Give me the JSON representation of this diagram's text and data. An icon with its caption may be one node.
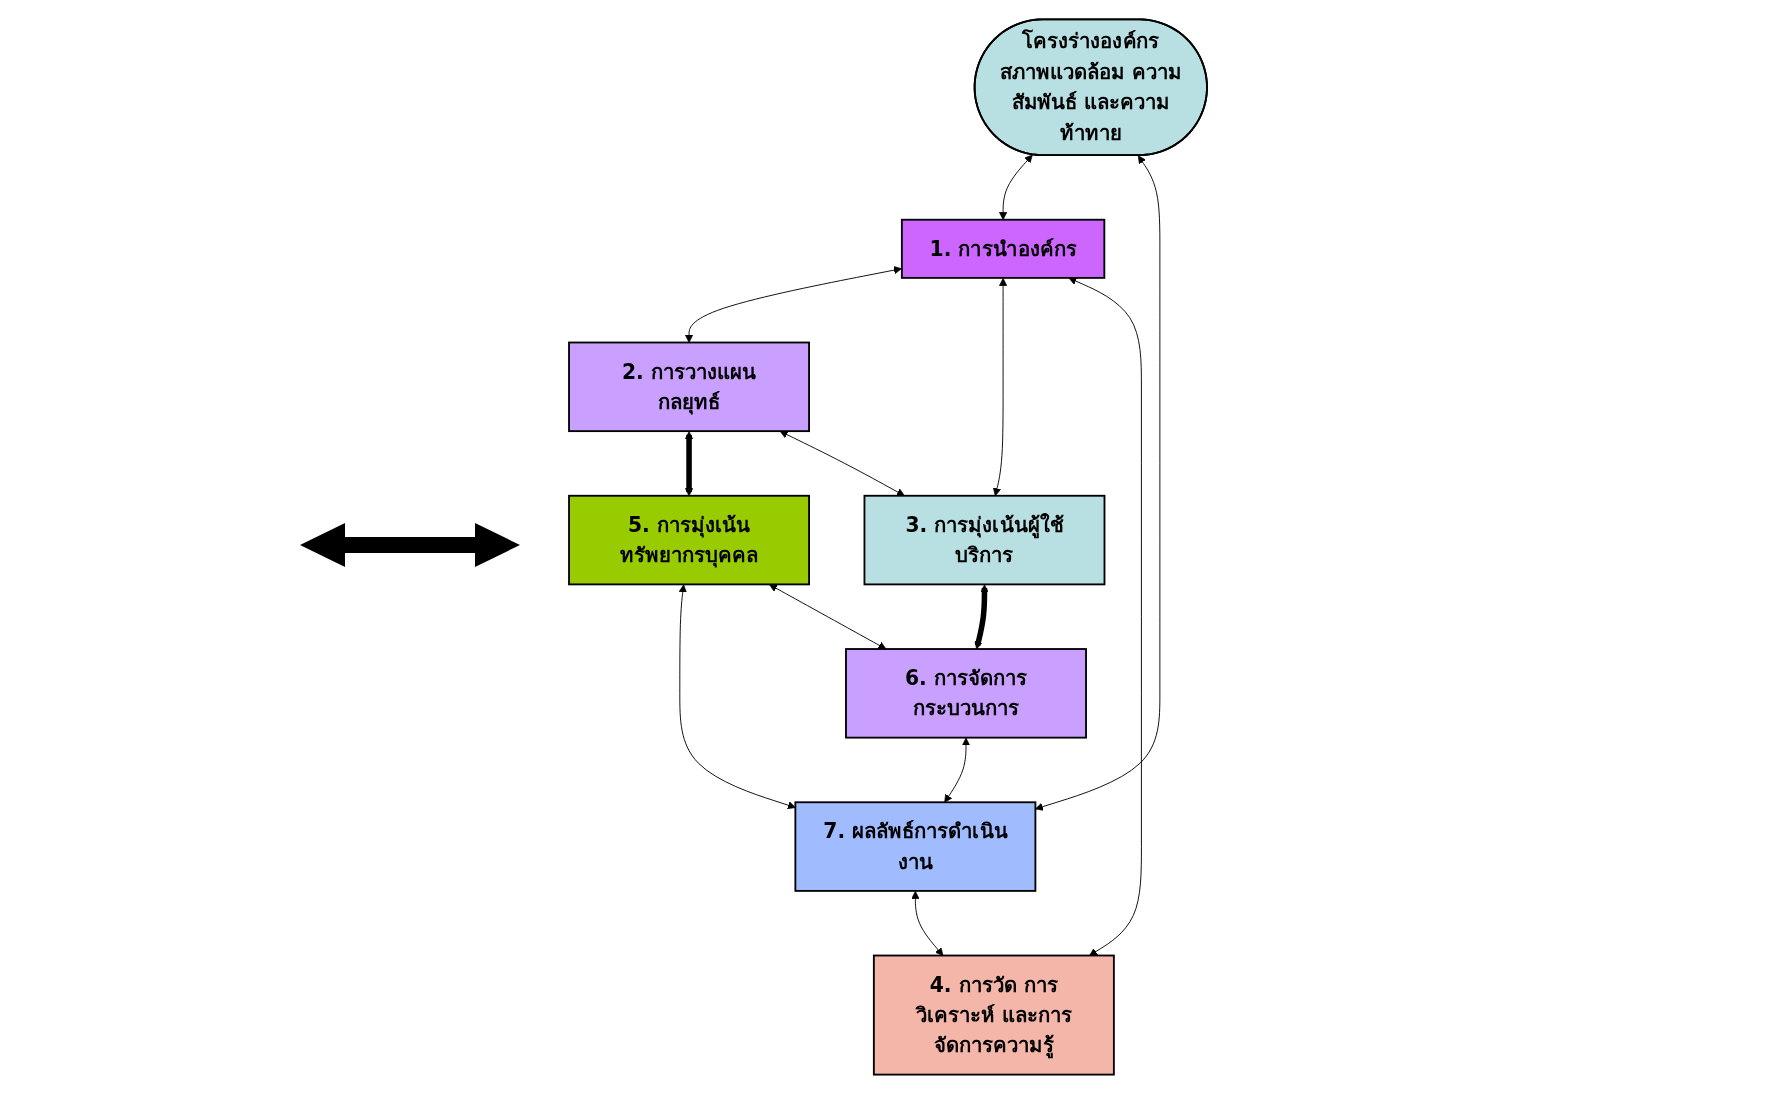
{
  "diagram": {
    "nodes": [
      {
        "text": [
          "โครงร่างองค์กร",
          "สภาพแวดล้อม ความสัมพันธ์ และความท้าทาย"
        ]
      },
      {
        "text": [
          "2. การวางแผนกลยุทธ์"
        ]
      },
      {
        "text": [
          "5. การมุ่งเน้นทรัพยากรบุคคล"
        ]
      },
      {
        "text": [
          "1. การนำองค์กร"
        ]
      },
      {
        "text": [
          "7. ผลลัพธ์การดำเนินงาน"
        ]
      },
      {
        "text": [
          "3. การมุ่งเน้นผู้ใช้บริการ"
        ]
      },
      {
        "text": [
          "6. การจัดการกระบวนการ"
        ]
      },
      {
        "text": [
          "4. การวัด การวิเคราะห์ และการจัดการความรู้"
        ]
      }
    ],
    "edges": [
      {
        "from": 0,
        "to": 3,
        "arrow": "both"
      },
      {
        "from": 3,
        "to": 1,
        "arrow": "both"
      },
      {
        "from": 1,
        "to": 2,
        "arrow": "both",
        "style": "thick"
      },
      {
        "from": 2,
        "to": 4,
        "arrow": "both"
      },
      {
        "from": 0,
        "to": 4,
        "arrow": "both"
      },
      {
        "from": 1,
        "to": 5,
        "arrow": "both"
      },
      {
        "from": 2,
        "to": 6,
        "arrow": "both"
      },
      {
        "from": 3,
        "to": 5,
        "arrow": "both"
      },
      {
        "from": 5,
        "to": 6,
        "arrow": "both",
        "style": "thick"
      },
      {
        "from": 6,
        "to": 4,
        "arrow": "both"
      },
      {
        "from": 3,
        "to": 7,
        "arrow": "both"
      },
      {
        "from": 4,
        "to": 7,
        "arrow": "both"
      }
    ]
  }
}
